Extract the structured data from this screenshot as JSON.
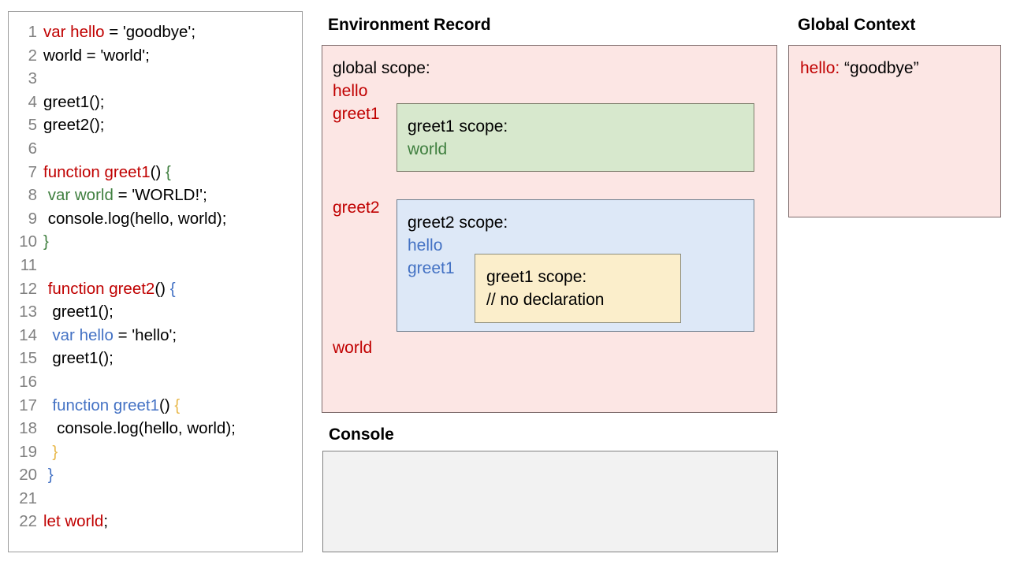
{
  "code_panel": {
    "lines": [
      {
        "num": "1",
        "tokens": [
          {
            "t": "var hello",
            "c": "red"
          },
          {
            "t": " = 'goodbye';",
            "c": "black"
          }
        ]
      },
      {
        "num": "2",
        "tokens": [
          {
            "t": "world = 'world';",
            "c": "black"
          }
        ]
      },
      {
        "num": "3",
        "tokens": [
          {
            "t": "",
            "c": "black"
          }
        ]
      },
      {
        "num": "4",
        "tokens": [
          {
            "t": "greet1();",
            "c": "black"
          }
        ]
      },
      {
        "num": "5",
        "tokens": [
          {
            "t": "greet2();",
            "c": "black"
          }
        ]
      },
      {
        "num": "6",
        "tokens": [
          {
            "t": "",
            "c": "black"
          }
        ]
      },
      {
        "num": "7",
        "tokens": [
          {
            "t": "function greet1",
            "c": "red"
          },
          {
            "t": "() ",
            "c": "black"
          },
          {
            "t": "{",
            "c": "green"
          }
        ]
      },
      {
        "num": "8",
        "tokens": [
          {
            "t": " ",
            "c": "black"
          },
          {
            "t": "var world",
            "c": "green"
          },
          {
            "t": " = 'WORLD!';",
            "c": "black"
          }
        ]
      },
      {
        "num": "9",
        "tokens": [
          {
            "t": " console.log(hello, world);",
            "c": "black"
          }
        ]
      },
      {
        "num": "10",
        "tokens": [
          {
            "t": "}",
            "c": "green"
          }
        ]
      },
      {
        "num": "11",
        "tokens": [
          {
            "t": "",
            "c": "black"
          }
        ]
      },
      {
        "num": "12",
        "tokens": [
          {
            "t": " ",
            "c": "black"
          },
          {
            "t": "function greet2",
            "c": "red"
          },
          {
            "t": "() ",
            "c": "black"
          },
          {
            "t": "{",
            "c": "blue"
          }
        ]
      },
      {
        "num": "13",
        "tokens": [
          {
            "t": "  greet1();",
            "c": "black"
          }
        ]
      },
      {
        "num": "14",
        "tokens": [
          {
            "t": "  ",
            "c": "black"
          },
          {
            "t": "var hello",
            "c": "blue"
          },
          {
            "t": " = 'hello';",
            "c": "black"
          }
        ]
      },
      {
        "num": "15",
        "tokens": [
          {
            "t": "  greet1();",
            "c": "black"
          }
        ]
      },
      {
        "num": "16",
        "tokens": [
          {
            "t": "",
            "c": "black"
          }
        ]
      },
      {
        "num": "17",
        "tokens": [
          {
            "t": "  ",
            "c": "black"
          },
          {
            "t": "function greet1",
            "c": "blue"
          },
          {
            "t": "() ",
            "c": "black"
          },
          {
            "t": "{",
            "c": "yellow"
          }
        ]
      },
      {
        "num": "18",
        "tokens": [
          {
            "t": "   console.log(hello, world);",
            "c": "black"
          }
        ]
      },
      {
        "num": "19",
        "tokens": [
          {
            "t": "  ",
            "c": "black"
          },
          {
            "t": "}",
            "c": "yellow"
          }
        ]
      },
      {
        "num": "20",
        "tokens": [
          {
            "t": " ",
            "c": "black"
          },
          {
            "t": "}",
            "c": "blue"
          }
        ]
      },
      {
        "num": "21",
        "tokens": [
          {
            "t": "",
            "c": "black"
          }
        ]
      },
      {
        "num": "22",
        "tokens": [
          {
            "t": "let world",
            "c": "red"
          },
          {
            "t": ";",
            "c": "black"
          }
        ]
      }
    ]
  },
  "environment_record": {
    "title": "Environment Record",
    "global_scope": {
      "heading": "global scope:",
      "bindings_before": [
        "hello",
        "greet1"
      ],
      "binding_greet2": "greet2",
      "binding_world": "world"
    },
    "greet1_scope": {
      "heading": "greet1 scope:",
      "bindings": [
        "world"
      ]
    },
    "greet2_scope": {
      "heading": "greet2 scope:",
      "bindings": [
        "hello",
        "greet1"
      ]
    },
    "greet1_nested_scope": {
      "heading": "greet1 scope:",
      "note": "// no declaration"
    }
  },
  "console": {
    "title": "Console",
    "output": ""
  },
  "global_context": {
    "title": "Global Context",
    "entries": [
      {
        "key": "hello:",
        "value": "“goodbye”"
      }
    ]
  },
  "colors": {
    "red": "#c00000",
    "green": "#3f7f3f",
    "blue": "#4472c4",
    "yellow": "#e8b84b",
    "pink_fill": "#fce6e4",
    "green_fill": "#d7e8cd",
    "blue_fill": "#dde8f7",
    "yellow_fill": "#fbeecb",
    "console_fill": "#f2f2f2",
    "line_number": "#808080"
  }
}
